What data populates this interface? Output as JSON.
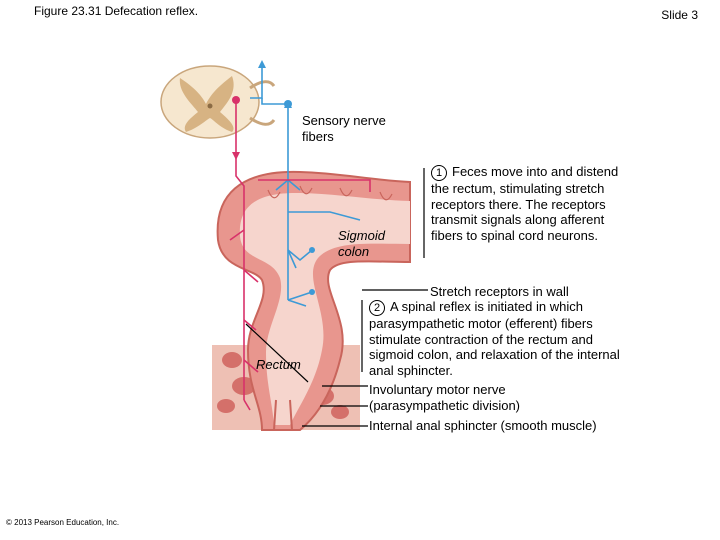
{
  "figure_title": "Figure 23.31  Defecation reflex.",
  "slide_number": "Slide 3",
  "copyright": "© 2013 Pearson Education, Inc.",
  "labels": {
    "sensory": "Sensory nerve fibers",
    "sigmoid": "Sigmoid colon",
    "rectum": "Rectum",
    "stretch": "Stretch receptors in wall",
    "involuntary": "Involuntary motor nerve (parasympathetic division)",
    "sphincter": "Internal anal sphincter (smooth muscle)"
  },
  "steps": [
    {
      "number": "1",
      "text": "Feces move into and distend the rectum, stimulating stretch receptors there. The receptors transmit signals along afferent fibers to spinal cord neurons."
    },
    {
      "number": "2",
      "text": "A spinal reflex is initiated in which parasympathetic motor (efferent) fibers stimulate contraction of the rectum and sigmoid colon, and relaxation of the internal anal sphincter."
    }
  ],
  "colors": {
    "afferent": "#3d9ad6",
    "efferent": "#d8326a",
    "tissue": "#e8968e",
    "wall": "#c9655c",
    "lumen": "#f6d5cd"
  }
}
